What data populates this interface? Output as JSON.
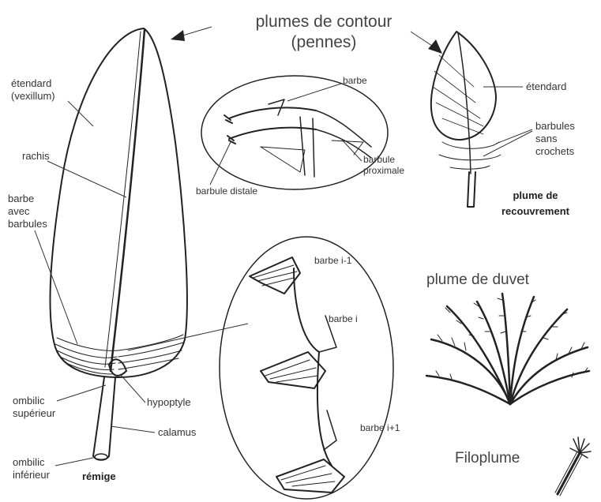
{
  "headings": {
    "contour_line1": "plumes de contour",
    "contour_line2": "(pennes)",
    "duvet": "plume de duvet",
    "filoplume": "Filoplume"
  },
  "remige": {
    "name": "rémige",
    "labels": {
      "etendard_1": "étendard",
      "etendard_2": "(vexillum)",
      "rachis": "rachis",
      "barbe_1": "barbe",
      "barbe_2": "avec",
      "barbe_3": "barbules",
      "ombilic_sup_1": "ombilic",
      "ombilic_sup_2": "supérieur",
      "hypoptyle": "hypoptyle",
      "calamus": "calamus",
      "ombilic_inf_1": "ombilic",
      "ombilic_inf_2": "inférieur"
    }
  },
  "detail_barbes": {
    "barbe": "barbe",
    "barbule_distale": "barbule distale",
    "barbule_proximale_1": "barbule",
    "barbule_proximale_2": "proximale"
  },
  "detail_crochets": {
    "barbe_prev": "barbe i-1",
    "barbe_i": "barbe i",
    "barbe_next": "barbe i+1"
  },
  "recouvrement": {
    "name_1": "plume de",
    "name_2": "recouvrement",
    "etendard": "étendard",
    "barbules_1": "barbules",
    "barbules_2": "sans",
    "barbules_3": "crochets"
  }
}
